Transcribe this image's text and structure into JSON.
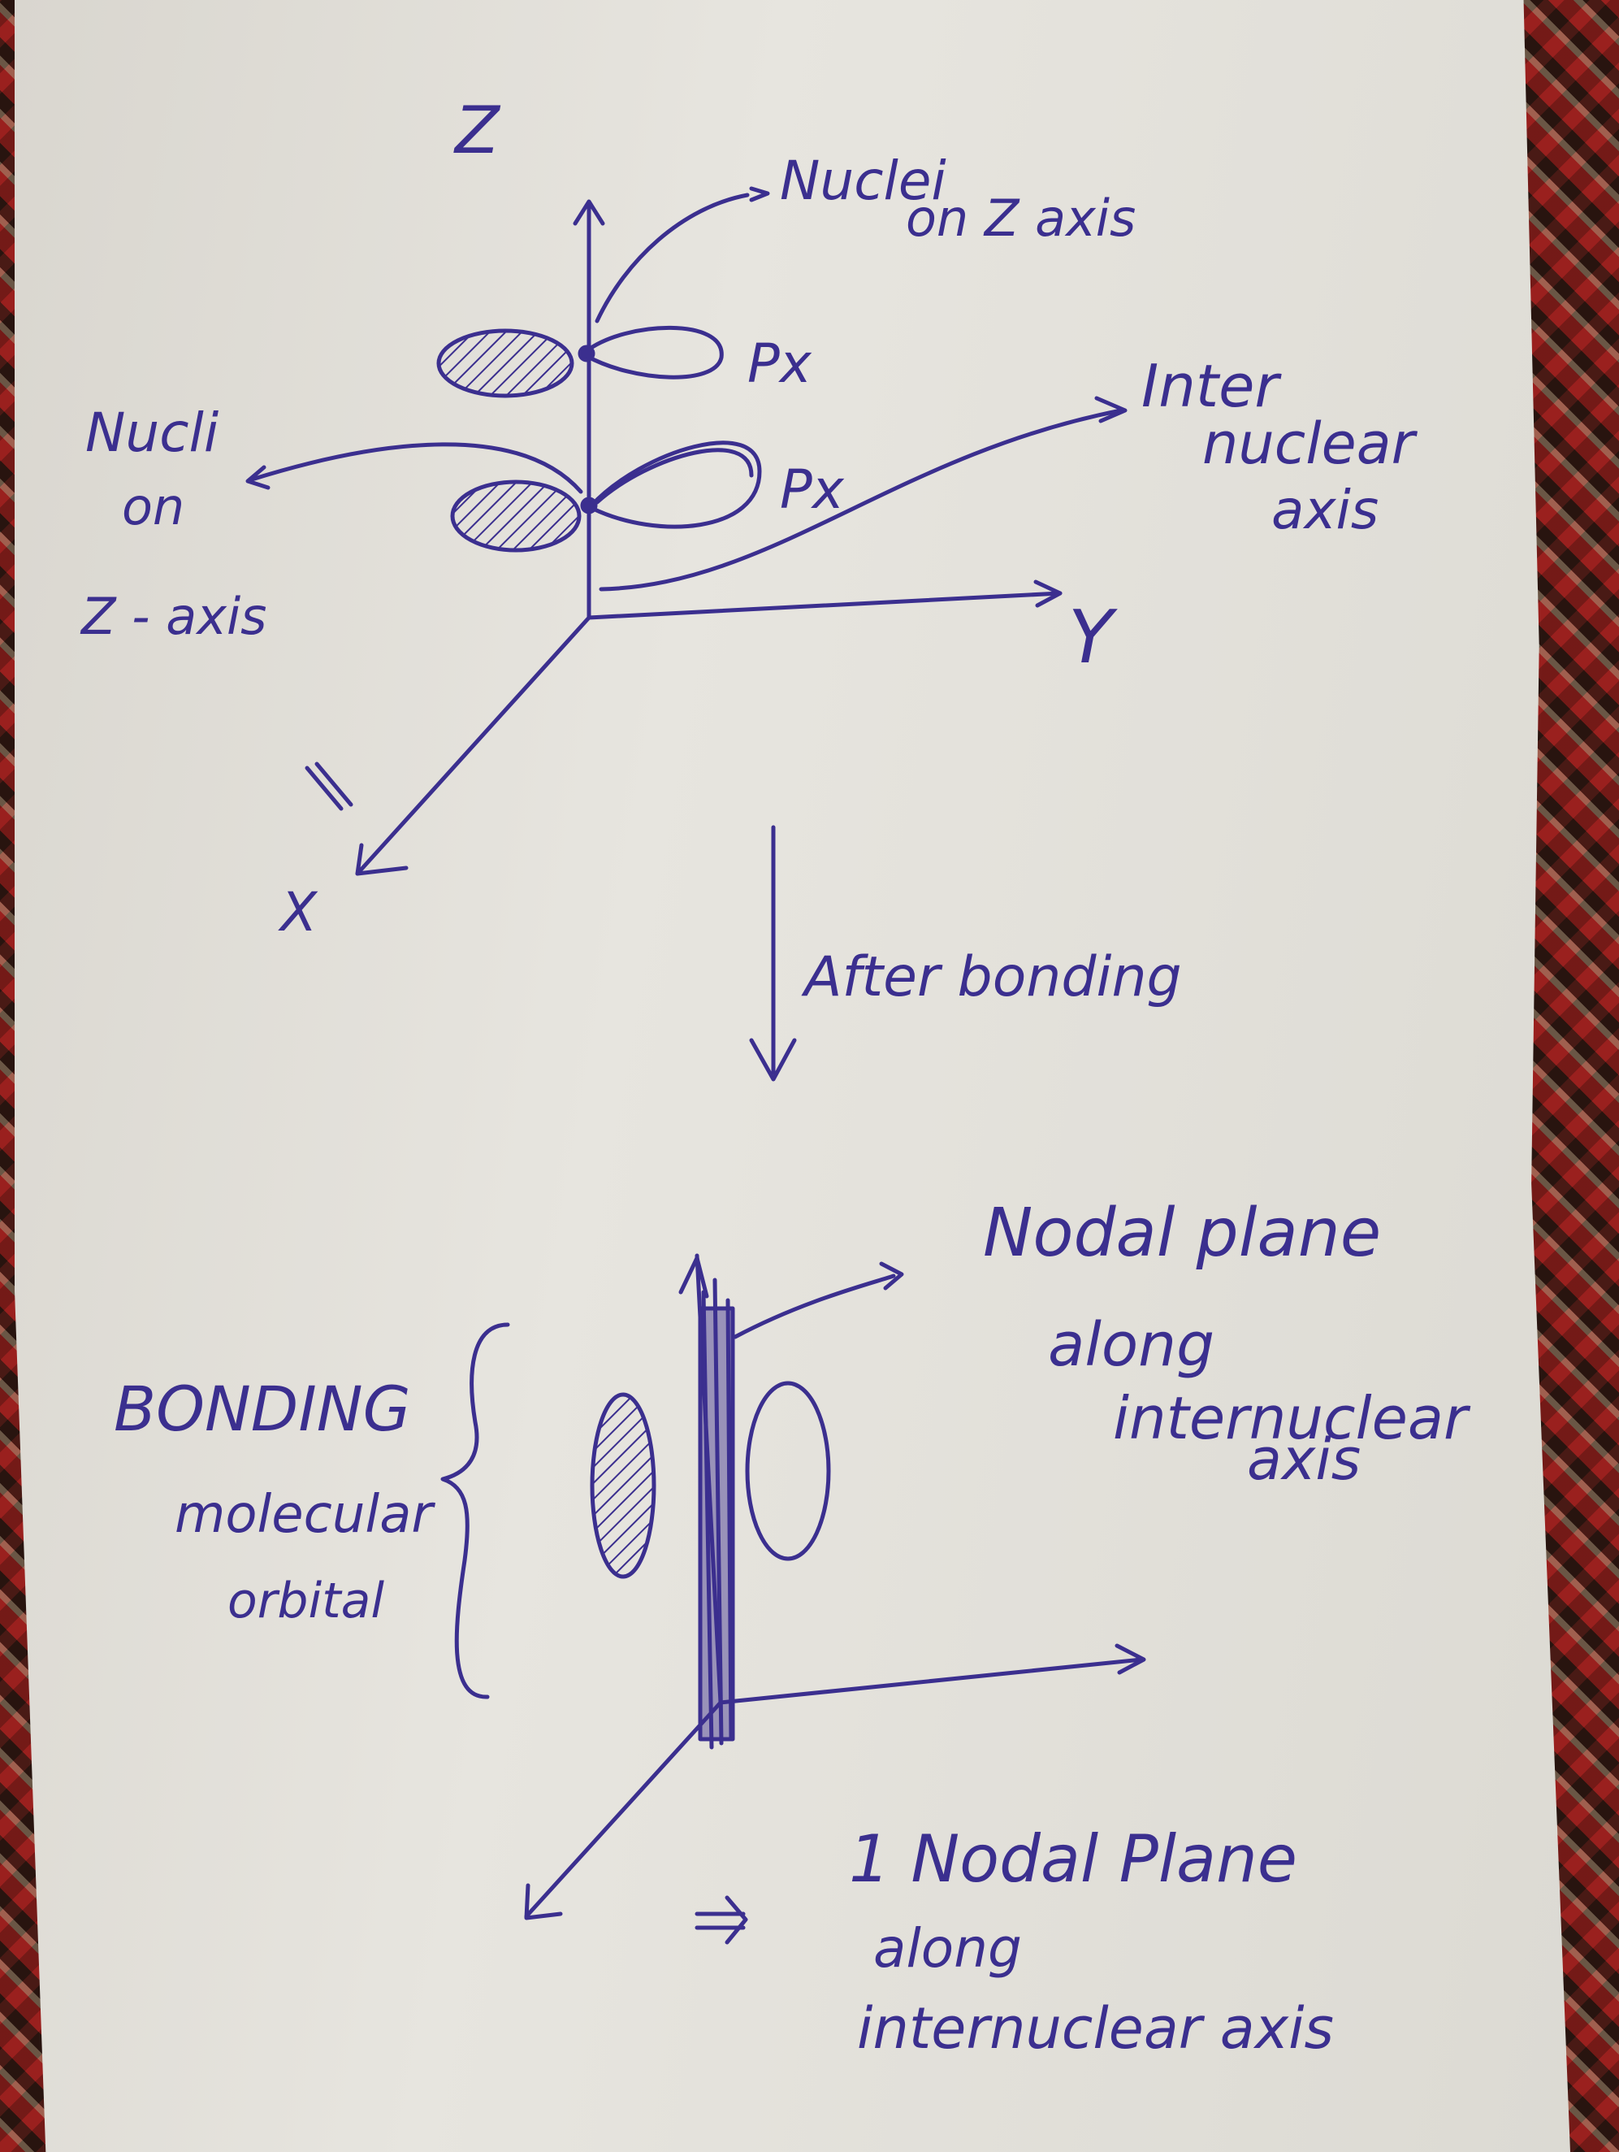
{
  "labels": {
    "z_axis": "Z",
    "y_axis": "Y",
    "x_axis": "X",
    "nuclei_z_line1": "Nuclei",
    "nuclei_z_line2": "on Z axis",
    "nucli_line1": "Nucli",
    "nucli_line2": "on",
    "nucli_line3": "Z - axis",
    "px_upper": "Px",
    "px_lower": "Px",
    "internuclear_line1": "Inter",
    "internuclear_line2": "nuclear",
    "internuclear_line3": "axis",
    "after_bonding": "After bonding",
    "nodal_plane_line1": "Nodal plane",
    "nodal_plane_line2": "along",
    "nodal_plane_line3": "internuclear",
    "nodal_plane_line4": "axis",
    "bonding_line1": "BONDING",
    "bonding_line2": "molecular",
    "bonding_line3": "orbital",
    "conclusion_line1": "1 Nodal Plane",
    "conclusion_line2": "along",
    "conclusion_line3": "internuclear axis"
  },
  "colors": {
    "ink": "#3b2f8f",
    "paper": "#e4e2dc",
    "background": "#3a1d16"
  }
}
